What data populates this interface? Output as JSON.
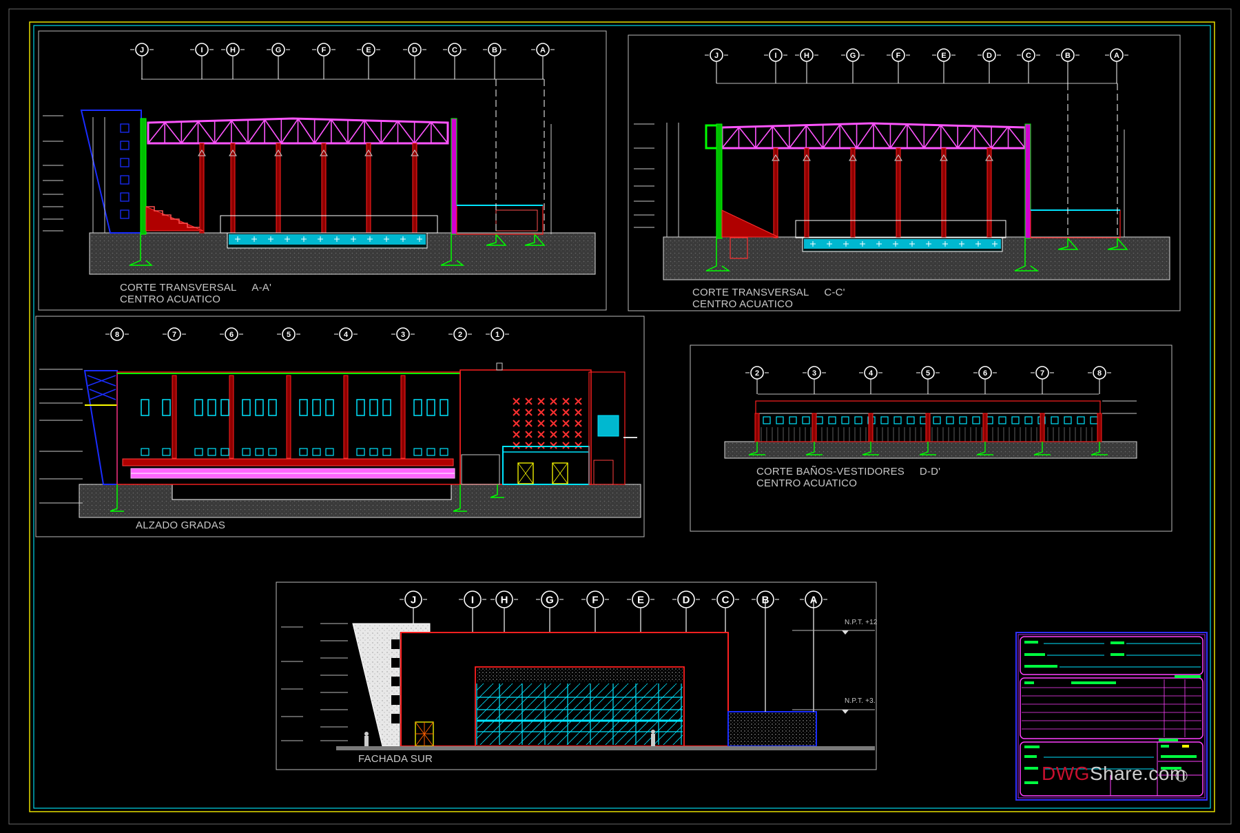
{
  "drawings": {
    "section_aa": {
      "title": "CORTE TRANSVERSAL",
      "code": "A-A'",
      "subtitle": "CENTRO ACUATICO"
    },
    "section_cc": {
      "title": "CORTE TRANSVERSAL",
      "code": "C-C'",
      "subtitle": "CENTRO ACUATICO"
    },
    "elevation_stands": {
      "title": "ALZADO GRADAS"
    },
    "section_dd": {
      "title": "CORTE BAÑOS-VESTIDORES",
      "code": "D-D'",
      "subtitle": "CENTRO ACUATICO"
    },
    "south_facade": {
      "title": "FACHADA SUR"
    }
  },
  "grid_axes_letters": [
    "J",
    "I",
    "H",
    "G",
    "F",
    "E",
    "D",
    "C",
    "B",
    "A"
  ],
  "grid_axes_numbers_stands": [
    "8",
    "7",
    "6",
    "5",
    "4",
    "3",
    "2",
    "1"
  ],
  "grid_axes_numbers_lockers": [
    "2",
    "3",
    "4",
    "5",
    "6",
    "7",
    "8"
  ],
  "levels": {
    "npt_upper": "N.P.T. +12",
    "npt_lower": "N.P.T. +3."
  },
  "watermark": {
    "part1": "DWG",
    "part2": "Share",
    "part3": ".com"
  },
  "colors": {
    "background": "#000000",
    "sheet_border_yellow": "#e8e000",
    "sheet_border_cyan": "#00d8e8",
    "truss_magenta": "#ff55ff",
    "column_red": "#ff2020",
    "structure_green": "#00e000",
    "water_cyan": "#00e5ff",
    "text_gray": "#c8c8c8",
    "titleblock_blue": "#3030ff"
  }
}
